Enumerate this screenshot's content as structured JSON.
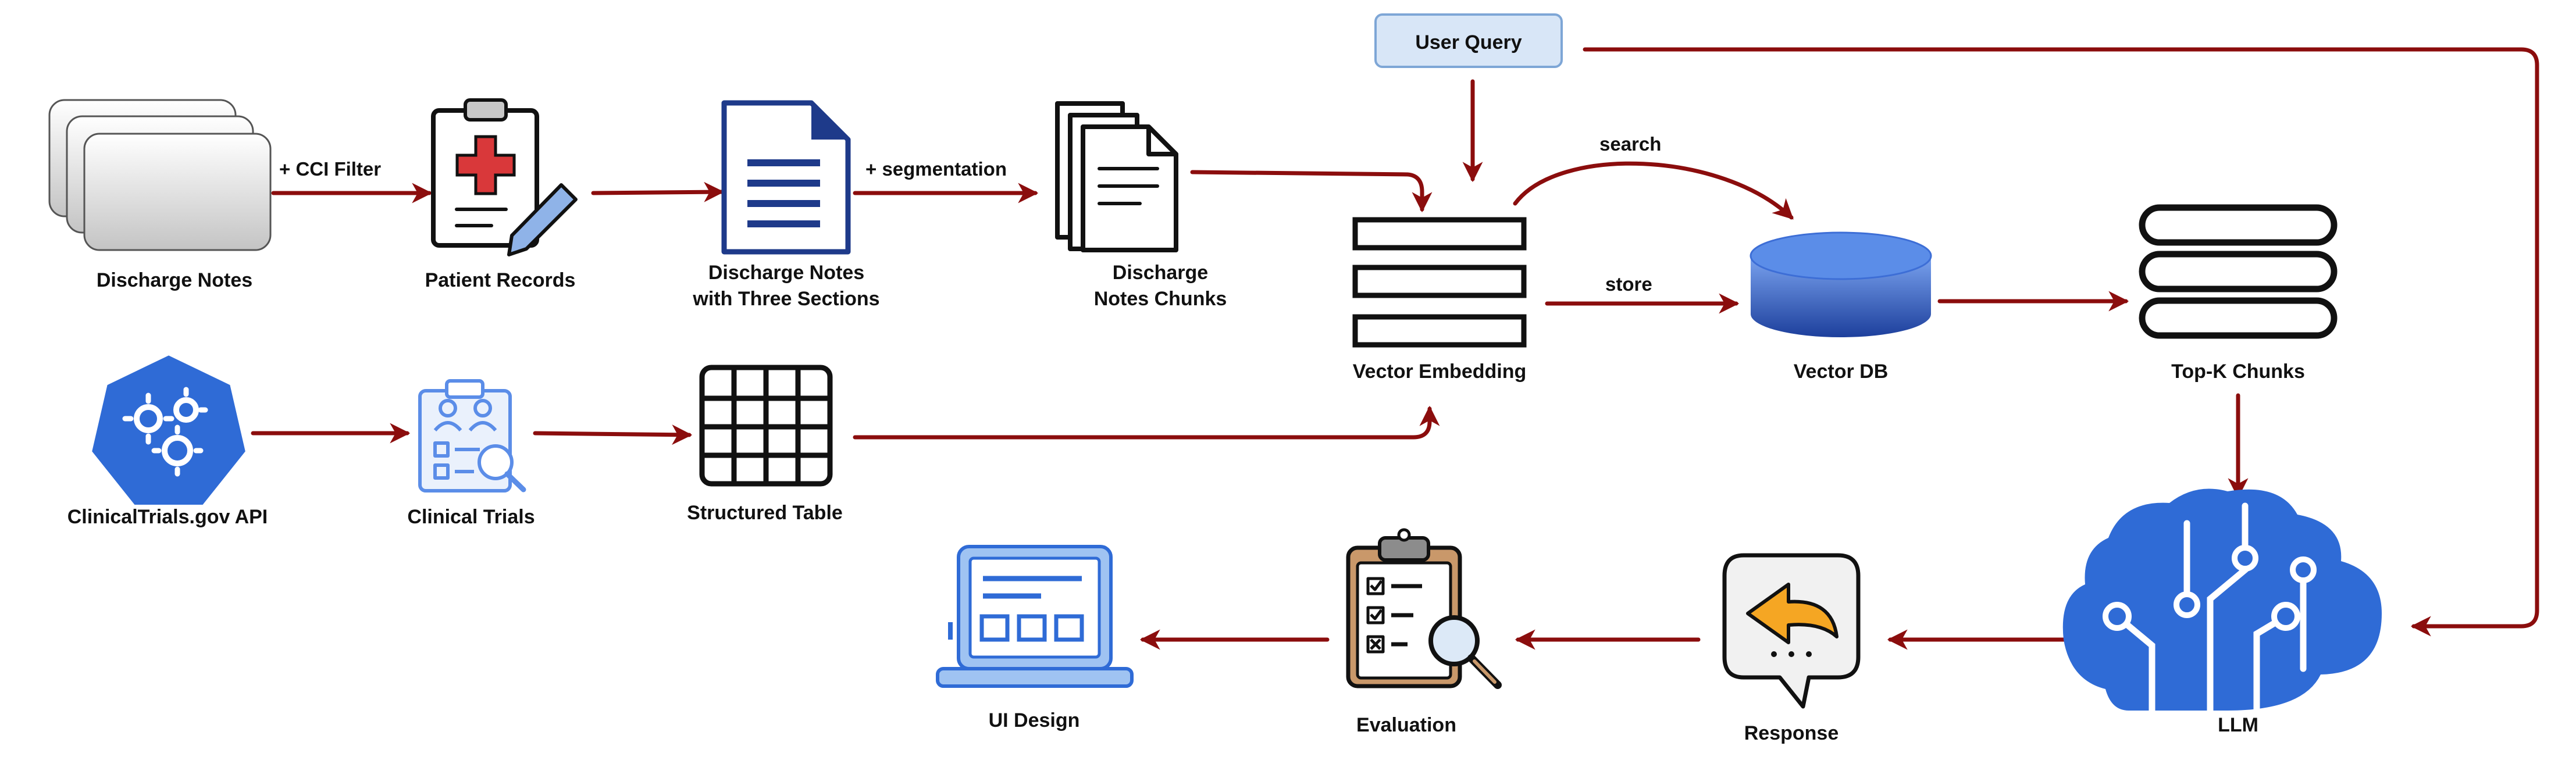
{
  "colors": {
    "arrow": "#8b0d0d",
    "icon_blue": "#2f6bd6",
    "icon_light_blue": "#5b8de8",
    "query_fill": "#d8e6f7",
    "query_stroke": "#7ea6d6",
    "accent_red": "#d9383a",
    "accent_orange": "#f5a623"
  },
  "nodes": {
    "discharge_notes": "Discharge Notes",
    "patient_records": "Patient Records",
    "three_sections_line1": "Discharge Notes",
    "three_sections_line2": "with Three Sections",
    "chunks_line1": "Discharge",
    "chunks_line2": "Notes Chunks",
    "user_query": "User Query",
    "vector_embedding": "Vector Embedding",
    "vector_db": "Vector DB",
    "top_k": "Top-K Chunks",
    "clinicaltrials_api": "ClinicalTrials.gov API",
    "clinical_trials": "Clinical Trials",
    "structured_table": "Structured Table",
    "llm": "LLM",
    "response": "Response",
    "evaluation": "Evaluation",
    "ui_design": "UI Design"
  },
  "edges": {
    "cci_filter": "+ CCI Filter",
    "segmentation": "+ segmentation",
    "search": "search",
    "store": "store"
  },
  "icons": {
    "discharge_notes": "stacked-documents-icon",
    "patient_records": "medical-clipboard-icon",
    "three_sections": "document-icon",
    "chunks": "stacked-pages-icon",
    "vector_embedding": "embedding-bars-icon",
    "vector_db": "database-icon",
    "top_k": "chunks-icon",
    "clinicaltrials_api": "api-gear-icon",
    "clinical_trials": "trial-clipboard-icon",
    "structured_table": "table-icon",
    "llm": "brain-circuit-icon",
    "response": "reply-bubble-icon",
    "evaluation": "evaluation-clipboard-icon",
    "ui_design": "laptop-icon"
  }
}
